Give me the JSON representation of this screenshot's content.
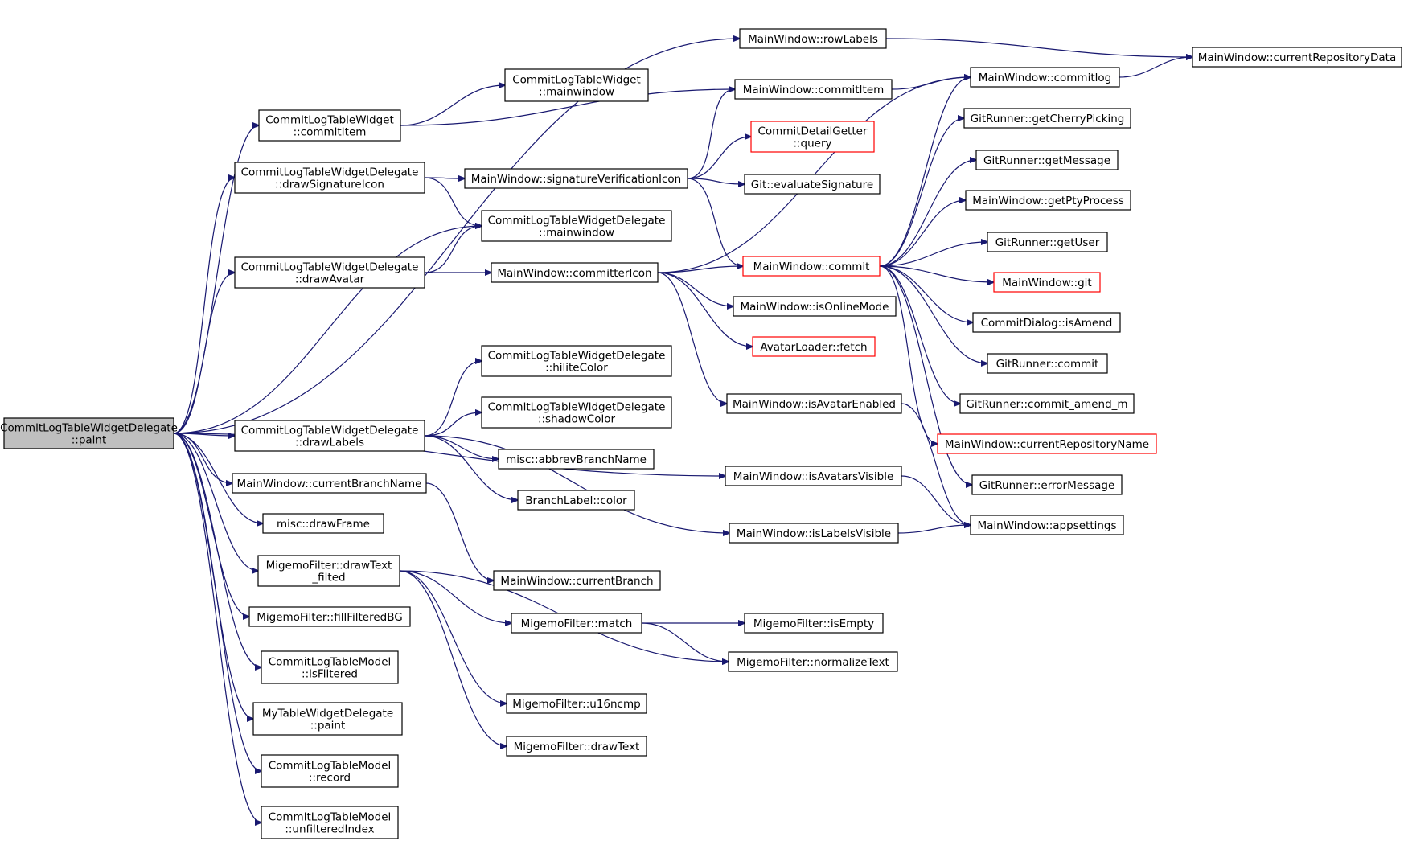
{
  "diagram": {
    "type": "call-graph",
    "colors": {
      "edge": "#191970",
      "root_fill": "#bfbfbf",
      "node_border": "#000000",
      "truncated_node_border": "#ff0000"
    },
    "nodes": [
      {
        "id": "paint",
        "lines": [
          "CommitLogTableWidgetDelegate",
          "::paint"
        ],
        "style": "root"
      },
      {
        "id": "rowLabels",
        "lines": [
          "MainWindow::rowLabels"
        ]
      },
      {
        "id": "currentRepositoryData",
        "lines": [
          "MainWindow::currentRepositoryData"
        ]
      },
      {
        "id": "clw_mainwindow",
        "lines": [
          "CommitLogTableWidget",
          "::mainwindow"
        ]
      },
      {
        "id": "mw_commitItem",
        "lines": [
          "MainWindow::commitItem"
        ]
      },
      {
        "id": "clw_commitItem",
        "lines": [
          "CommitLogTableWidget",
          "::commitItem"
        ]
      },
      {
        "id": "commitlog",
        "lines": [
          "MainWindow::commitlog"
        ]
      },
      {
        "id": "getCherryPicking",
        "lines": [
          "GitRunner::getCherryPicking"
        ]
      },
      {
        "id": "cdg_query",
        "lines": [
          "CommitDetailGetter",
          "::query"
        ],
        "style": "red"
      },
      {
        "id": "drawSignatureIcon",
        "lines": [
          "CommitLogTableWidgetDelegate",
          "::drawSignatureIcon"
        ]
      },
      {
        "id": "signatureVerificationIcon",
        "lines": [
          "MainWindow::signatureVerificationIcon"
        ]
      },
      {
        "id": "getMessage",
        "lines": [
          "GitRunner::getMessage"
        ]
      },
      {
        "id": "evaluateSignature",
        "lines": [
          "Git::evaluateSignature"
        ]
      },
      {
        "id": "getPtyProcess",
        "lines": [
          "MainWindow::getPtyProcess"
        ]
      },
      {
        "id": "cltwd_mainwindow",
        "lines": [
          "CommitLogTableWidgetDelegate",
          "::mainwindow"
        ]
      },
      {
        "id": "getUser",
        "lines": [
          "GitRunner::getUser"
        ]
      },
      {
        "id": "drawAvatar",
        "lines": [
          "CommitLogTableWidgetDelegate",
          "::drawAvatar"
        ]
      },
      {
        "id": "committerIcon",
        "lines": [
          "MainWindow::committerIcon"
        ]
      },
      {
        "id": "mw_commit",
        "lines": [
          "MainWindow::commit"
        ],
        "style": "red"
      },
      {
        "id": "mw_git",
        "lines": [
          "MainWindow::git"
        ],
        "style": "red"
      },
      {
        "id": "isOnlineMode",
        "lines": [
          "MainWindow::isOnlineMode"
        ]
      },
      {
        "id": "isAmend",
        "lines": [
          "CommitDialog::isAmend"
        ]
      },
      {
        "id": "avatarFetch",
        "lines": [
          "AvatarLoader::fetch"
        ],
        "style": "red"
      },
      {
        "id": "hiliteColor",
        "lines": [
          "CommitLogTableWidgetDelegate",
          "::hiliteColor"
        ]
      },
      {
        "id": "gr_commit",
        "lines": [
          "GitRunner::commit"
        ]
      },
      {
        "id": "isAvatarEnabled",
        "lines": [
          "MainWindow::isAvatarEnabled"
        ]
      },
      {
        "id": "commit_amend_m",
        "lines": [
          "GitRunner::commit_amend_m"
        ]
      },
      {
        "id": "shadowColor",
        "lines": [
          "CommitLogTableWidgetDelegate",
          "::shadowColor"
        ]
      },
      {
        "id": "drawLabels",
        "lines": [
          "CommitLogTableWidgetDelegate",
          "::drawLabels"
        ]
      },
      {
        "id": "currentRepositoryName",
        "lines": [
          "MainWindow::currentRepositoryName"
        ],
        "style": "red"
      },
      {
        "id": "abbrevBranchName",
        "lines": [
          "misc::abbrevBranchName"
        ]
      },
      {
        "id": "isAvatarsVisible",
        "lines": [
          "MainWindow::isAvatarsVisible"
        ]
      },
      {
        "id": "errorMessage",
        "lines": [
          "GitRunner::errorMessage"
        ]
      },
      {
        "id": "currentBranchName",
        "lines": [
          "MainWindow::currentBranchName"
        ]
      },
      {
        "id": "branchLabelColor",
        "lines": [
          "BranchLabel::color"
        ]
      },
      {
        "id": "drawFrame",
        "lines": [
          "misc::drawFrame"
        ]
      },
      {
        "id": "appsettings",
        "lines": [
          "MainWindow::appsettings"
        ]
      },
      {
        "id": "isLabelsVisible",
        "lines": [
          "MainWindow::isLabelsVisible"
        ]
      },
      {
        "id": "drawText_filted",
        "lines": [
          "MigemoFilter::drawText",
          "_filted"
        ]
      },
      {
        "id": "currentBranch",
        "lines": [
          "MainWindow::currentBranch"
        ]
      },
      {
        "id": "fillFilteredBG",
        "lines": [
          "MigemoFilter::fillFilteredBG"
        ]
      },
      {
        "id": "match",
        "lines": [
          "MigemoFilter::match"
        ]
      },
      {
        "id": "isEmpty",
        "lines": [
          "MigemoFilter::isEmpty"
        ]
      },
      {
        "id": "isFiltered",
        "lines": [
          "CommitLogTableModel",
          "::isFiltered"
        ]
      },
      {
        "id": "normalizeText",
        "lines": [
          "MigemoFilter::normalizeText"
        ]
      },
      {
        "id": "u16ncmp",
        "lines": [
          "MigemoFilter::u16ncmp"
        ]
      },
      {
        "id": "mtwd_paint",
        "lines": [
          "MyTableWidgetDelegate",
          "::paint"
        ]
      },
      {
        "id": "drawText",
        "lines": [
          "MigemoFilter::drawText"
        ]
      },
      {
        "id": "record",
        "lines": [
          "CommitLogTableModel",
          "::record"
        ]
      },
      {
        "id": "unfilteredIndex",
        "lines": [
          "CommitLogTableModel",
          "::unfilteredIndex"
        ]
      }
    ],
    "edges": [
      [
        "paint",
        "rowLabels"
      ],
      [
        "paint",
        "clw_commitItem"
      ],
      [
        "paint",
        "drawSignatureIcon"
      ],
      [
        "paint",
        "cltwd_mainwindow"
      ],
      [
        "paint",
        "drawAvatar"
      ],
      [
        "paint",
        "isAvatarsVisible"
      ],
      [
        "paint",
        "drawLabels"
      ],
      [
        "paint",
        "currentBranchName"
      ],
      [
        "paint",
        "drawFrame"
      ],
      [
        "paint",
        "drawText_filted"
      ],
      [
        "paint",
        "fillFilteredBG"
      ],
      [
        "paint",
        "isFiltered"
      ],
      [
        "paint",
        "mtwd_paint"
      ],
      [
        "paint",
        "record"
      ],
      [
        "paint",
        "unfilteredIndex"
      ],
      [
        "rowLabels",
        "currentRepositoryData"
      ],
      [
        "clw_commitItem",
        "clw_mainwindow"
      ],
      [
        "clw_commitItem",
        "mw_commitItem"
      ],
      [
        "mw_commitItem",
        "commitlog"
      ],
      [
        "commitlog",
        "currentRepositoryData"
      ],
      [
        "drawSignatureIcon",
        "signatureVerificationIcon"
      ],
      [
        "drawSignatureIcon",
        "cltwd_mainwindow"
      ],
      [
        "signatureVerificationIcon",
        "mw_commitItem"
      ],
      [
        "signatureVerificationIcon",
        "cdg_query"
      ],
      [
        "signatureVerificationIcon",
        "evaluateSignature"
      ],
      [
        "signatureVerificationIcon",
        "mw_commit"
      ],
      [
        "drawAvatar",
        "cltwd_mainwindow"
      ],
      [
        "drawAvatar",
        "committerIcon"
      ],
      [
        "committerIcon",
        "commitlog"
      ],
      [
        "committerIcon",
        "mw_commit"
      ],
      [
        "committerIcon",
        "isOnlineMode"
      ],
      [
        "committerIcon",
        "avatarFetch"
      ],
      [
        "committerIcon",
        "isAvatarEnabled"
      ],
      [
        "mw_commit",
        "commitlog"
      ],
      [
        "mw_commit",
        "getCherryPicking"
      ],
      [
        "mw_commit",
        "getMessage"
      ],
      [
        "mw_commit",
        "getPtyProcess"
      ],
      [
        "mw_commit",
        "getUser"
      ],
      [
        "mw_commit",
        "mw_git"
      ],
      [
        "mw_commit",
        "isAmend"
      ],
      [
        "mw_commit",
        "gr_commit"
      ],
      [
        "mw_commit",
        "commit_amend_m"
      ],
      [
        "mw_commit",
        "currentRepositoryName"
      ],
      [
        "mw_commit",
        "errorMessage"
      ],
      [
        "isAvatarEnabled",
        "appsettings"
      ],
      [
        "isAvatarsVisible",
        "appsettings"
      ],
      [
        "isLabelsVisible",
        "appsettings"
      ],
      [
        "drawLabels",
        "hiliteColor"
      ],
      [
        "drawLabels",
        "shadowColor"
      ],
      [
        "drawLabels",
        "abbrevBranchName"
      ],
      [
        "drawLabels",
        "branchLabelColor"
      ],
      [
        "drawLabels",
        "isLabelsVisible"
      ],
      [
        "currentBranchName",
        "currentBranch"
      ],
      [
        "drawText_filted",
        "match"
      ],
      [
        "drawText_filted",
        "normalizeText"
      ],
      [
        "drawText_filted",
        "u16ncmp"
      ],
      [
        "drawText_filted",
        "drawText"
      ],
      [
        "match",
        "isEmpty"
      ],
      [
        "match",
        "normalizeText"
      ]
    ]
  }
}
